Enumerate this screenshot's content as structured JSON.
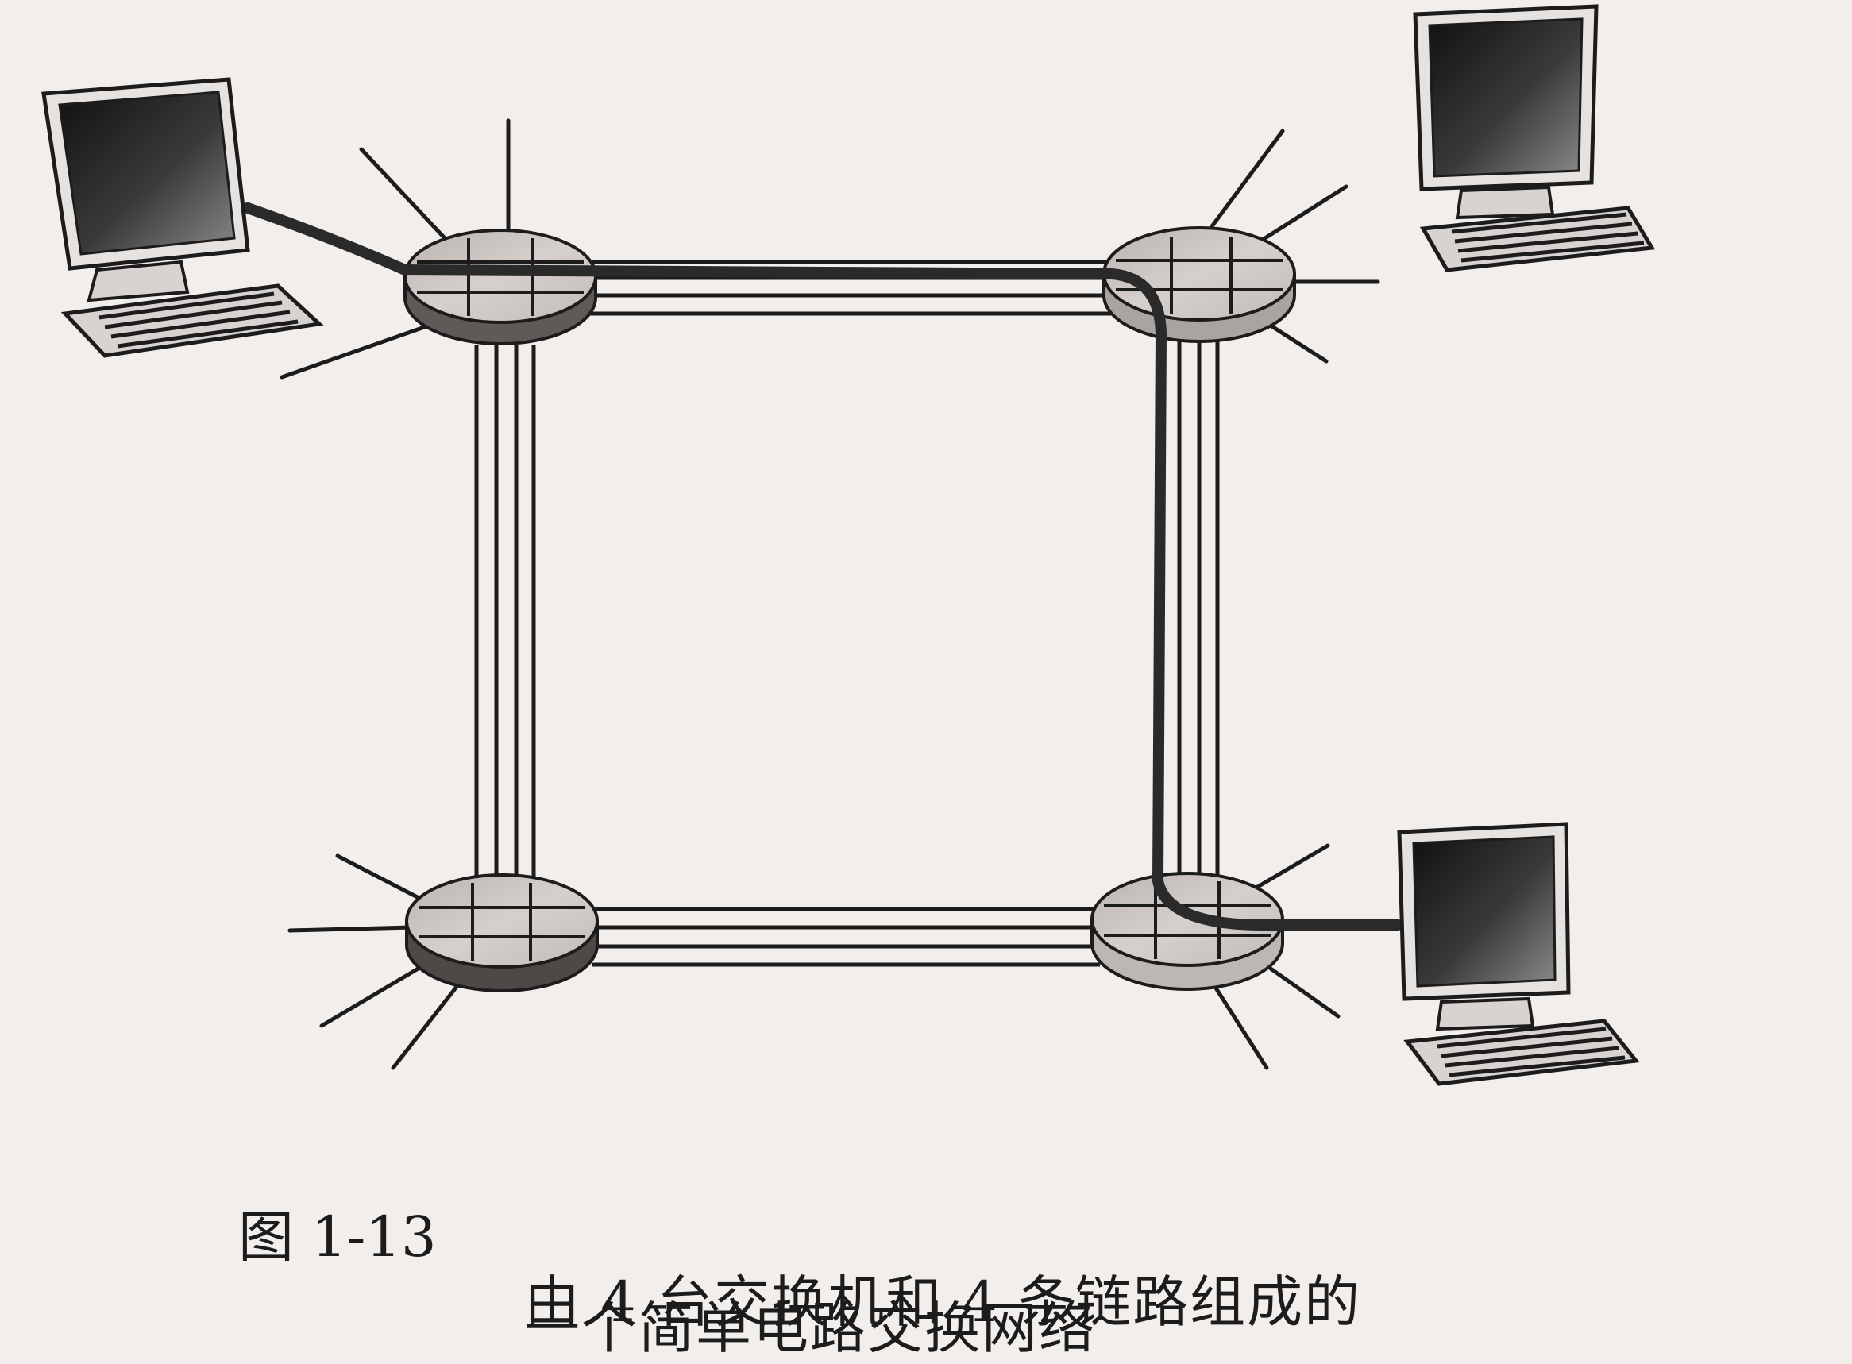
{
  "figure": {
    "number": "图 1-13",
    "caption_line1": "由 4 台交换机和 4 条链路组成的",
    "caption_line2": "一个简单电路交换网络"
  },
  "diagram": {
    "switches": [
      "switch-top-left",
      "switch-top-right",
      "switch-bottom-left",
      "switch-bottom-right"
    ],
    "hosts": [
      "host-top-left",
      "host-top-right",
      "host-bottom-right"
    ],
    "links": [
      {
        "from": "switch-top-left",
        "to": "switch-top-right",
        "circuits": 4
      },
      {
        "from": "switch-top-left",
        "to": "switch-bottom-left",
        "circuits": 4
      },
      {
        "from": "switch-top-right",
        "to": "switch-bottom-right",
        "circuits": 4
      },
      {
        "from": "switch-bottom-left",
        "to": "switch-bottom-right",
        "circuits": 4
      }
    ],
    "highlighted_circuit": [
      "host-top-left",
      "switch-top-left",
      "switch-top-right",
      "switch-bottom-right",
      "host-bottom-right"
    ]
  },
  "colors": {
    "background": "#f1eeeb",
    "ink": "#1c1c1c",
    "switch_top": "#c9c3c0",
    "switch_side": "#6e6866",
    "screen": "#2a2a2a"
  }
}
